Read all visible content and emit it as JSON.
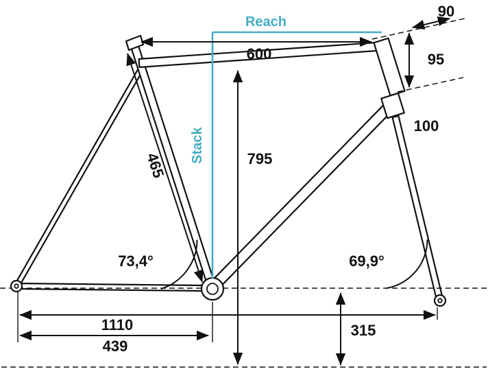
{
  "diagram": {
    "type": "bicycle-frame-geometry",
    "colors": {
      "accent": "#45ACC4",
      "line": "#111111",
      "background": "#ffffff"
    },
    "measurements": {
      "reach_label": "Reach",
      "stack_label": "Stack",
      "top_tube": "600",
      "stem_length": "90",
      "head_tube_length": "95",
      "head_tube_extension": "100",
      "seat_tube_length": "465",
      "standover_height": "795",
      "seat_tube_angle": "73,4°",
      "head_tube_angle": "69,9°",
      "wheelbase": "1110",
      "chainstay_length": "439",
      "bb_height": "315"
    }
  }
}
